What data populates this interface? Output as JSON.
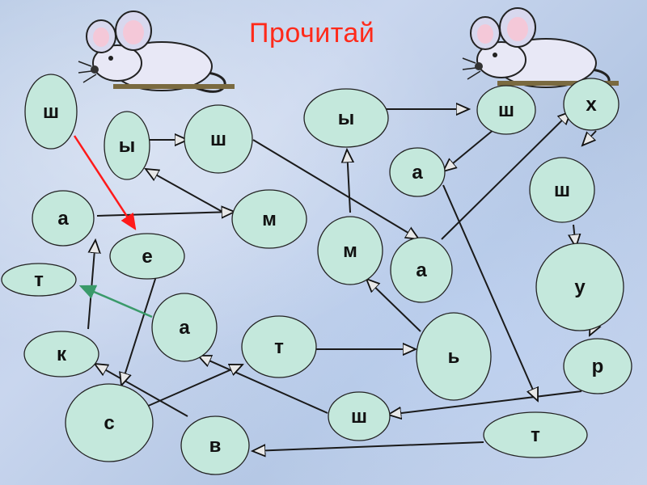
{
  "title": "Прочитай",
  "icons": [
    "mouse-icon",
    "mouse-icon"
  ],
  "colors": {
    "title": "#ff2a1a",
    "red_arrow": "#ff1a1a",
    "green_arrow": "#3a9a6a",
    "node_fill": "#c4e8dc"
  },
  "letters": [
    "ш",
    "ы",
    "ш",
    "ы",
    "ш",
    "х",
    "а",
    "ш",
    "а",
    "м",
    "м",
    "е",
    "а",
    "т",
    "у",
    "а",
    "т",
    "к",
    "ь",
    "р",
    "с",
    "ш",
    "т",
    "в"
  ],
  "nodes": [
    {
      "id": "n_sh1",
      "label": "ш"
    },
    {
      "id": "n_y1",
      "label": "ы"
    },
    {
      "id": "n_sh2",
      "label": "ш"
    },
    {
      "id": "n_y2",
      "label": "ы"
    },
    {
      "id": "n_sh3",
      "label": "ш"
    },
    {
      "id": "n_h",
      "label": "х"
    },
    {
      "id": "n_a1",
      "label": "а"
    },
    {
      "id": "n_sh4",
      "label": "ш"
    },
    {
      "id": "n_a2",
      "label": "а"
    },
    {
      "id": "n_m1",
      "label": "м"
    },
    {
      "id": "n_m2",
      "label": "м"
    },
    {
      "id": "n_e",
      "label": "е"
    },
    {
      "id": "n_a3",
      "label": "а"
    },
    {
      "id": "n_t1",
      "label": "т"
    },
    {
      "id": "n_u",
      "label": "у"
    },
    {
      "id": "n_a4",
      "label": "а"
    },
    {
      "id": "n_t2",
      "label": "т"
    },
    {
      "id": "n_k",
      "label": "к"
    },
    {
      "id": "n_soft",
      "label": "ь"
    },
    {
      "id": "n_r",
      "label": "р"
    },
    {
      "id": "n_s",
      "label": "с"
    },
    {
      "id": "n_sh5",
      "label": "ш"
    },
    {
      "id": "n_t3",
      "label": "т"
    },
    {
      "id": "n_v",
      "label": "в"
    }
  ]
}
